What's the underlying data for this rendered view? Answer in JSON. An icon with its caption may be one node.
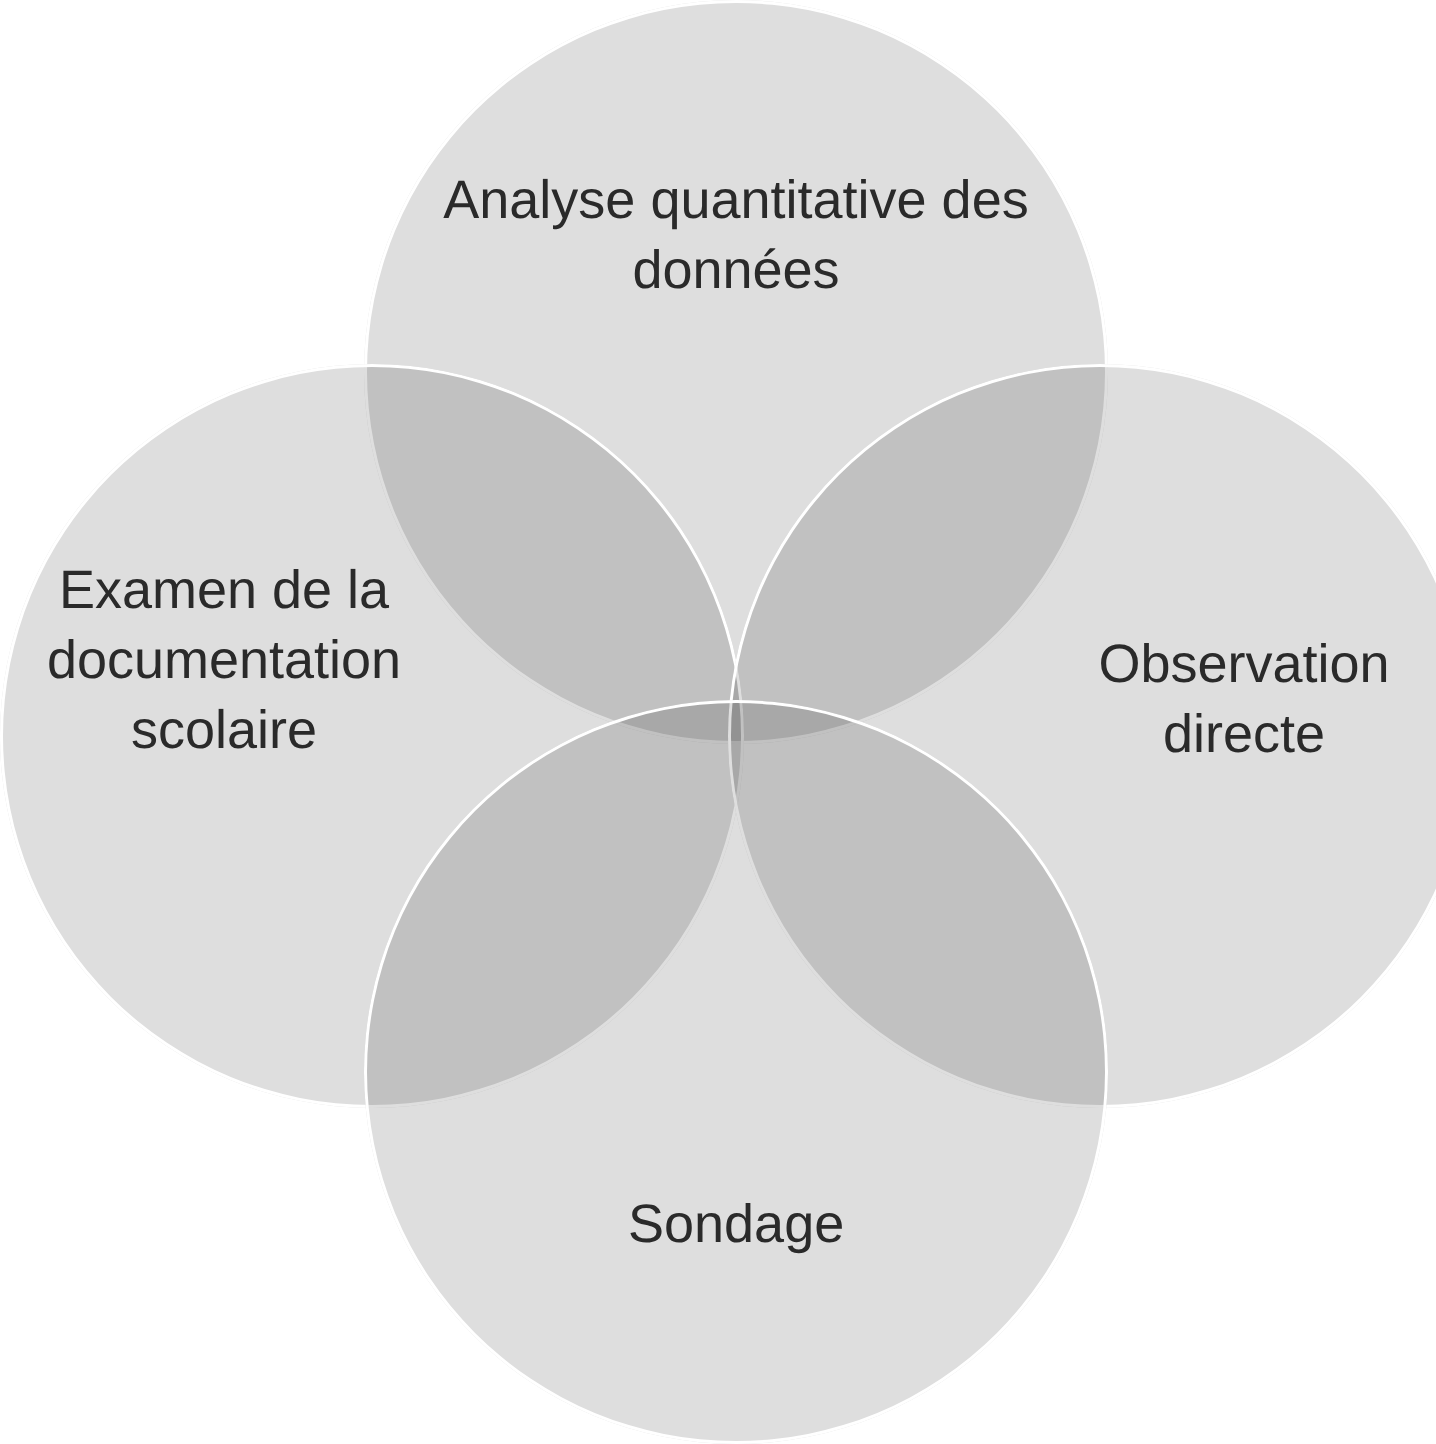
{
  "diagram": {
    "nodes": [
      {
        "text": [
          "Analyse quantitative des données"
        ]
      },
      {
        "text": [
          "Examen de la documentation scolaire"
        ]
      },
      {
        "text": [
          "Observation directe"
        ]
      },
      {
        "text": [
          "Sondage"
        ]
      }
    ]
  }
}
